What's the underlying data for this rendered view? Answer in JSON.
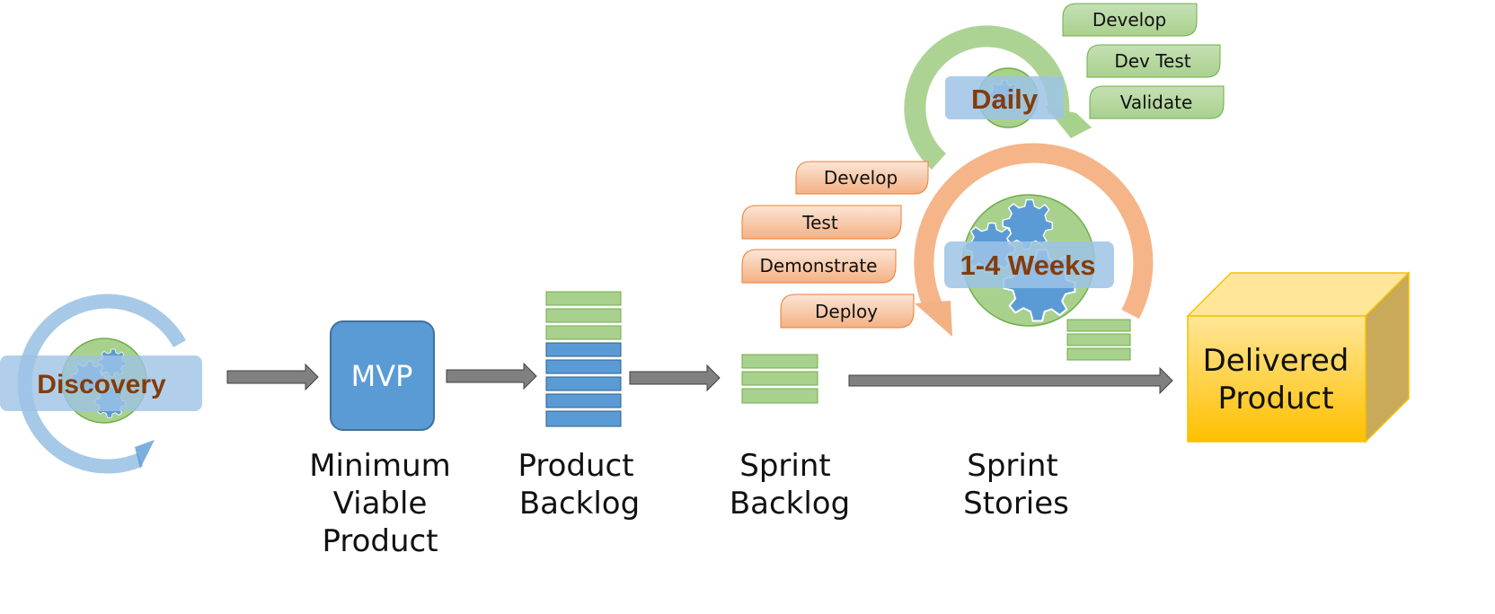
{
  "discovery": {
    "label": "Discovery"
  },
  "mvp": {
    "box_label": "MVP",
    "caption": [
      "Minimum",
      "Viable",
      "Product"
    ]
  },
  "product_backlog": {
    "caption": [
      "Product",
      "Backlog"
    ]
  },
  "sprint_backlog": {
    "caption": [
      "Sprint",
      "Backlog"
    ]
  },
  "sprint_stories": {
    "caption": [
      "Sprint",
      "Stories"
    ]
  },
  "weeks_cycle": {
    "label": "1-4 Weeks",
    "steps": [
      "Develop",
      "Test",
      "Demonstrate",
      "Deploy"
    ]
  },
  "daily_cycle": {
    "label": "Daily",
    "steps": [
      "Develop",
      "Dev Test",
      "Validate"
    ]
  },
  "delivered": {
    "caption": [
      "Delivered",
      "Product"
    ]
  },
  "colors": {
    "blue": "#5b9bd5",
    "light_blue": "#9dc3e6",
    "green": "#a9d18e",
    "green_dark": "#70ad47",
    "orange": "#f4b183",
    "orange_dark": "#ed7d31",
    "gold": "#ffd966",
    "arrow_gray": "#7f7f7f",
    "hub_text": "#843c0c"
  }
}
